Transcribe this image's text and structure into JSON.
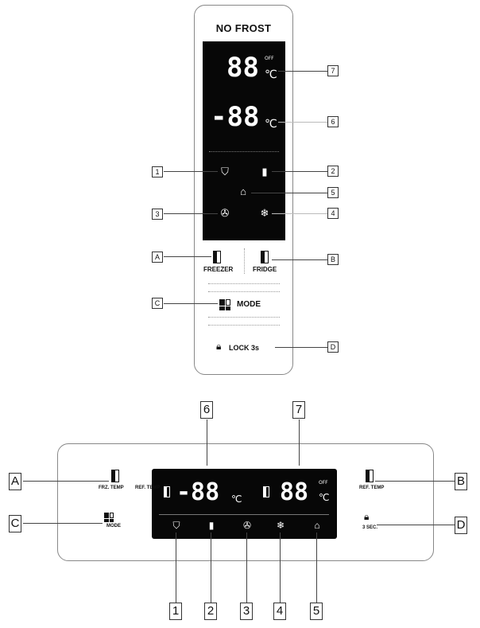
{
  "top_panel": {
    "brand": "NO FROST",
    "fridge_temp": "88",
    "freezer_temp": "-88",
    "off_label": "OFF",
    "unit": "℃",
    "freezer_button_label": "FREEZER",
    "fridge_button_label": "FRIDGE",
    "mode_label": "MODE",
    "lock_label": "LOCK 3s",
    "callouts_num": [
      "1",
      "2",
      "3",
      "4",
      "5",
      "6",
      "7"
    ],
    "callouts_letter": [
      "A",
      "B",
      "C",
      "D"
    ]
  },
  "bottom_panel": {
    "frz_temp_label": "FRZ. TEMP",
    "ref_temp_label": "REF. TEMP",
    "ref_temp_label_right": "REF. TEMP",
    "mode_label": "MODE",
    "lock_label": "3 SEC.",
    "freezer_temp": "-88",
    "fridge_temp": "88",
    "off_label": "OFF",
    "unit": "℃",
    "callouts_num": [
      "1",
      "2",
      "3",
      "4",
      "5",
      "6",
      "7"
    ],
    "callouts_letter": [
      "A",
      "B",
      "C",
      "D"
    ]
  },
  "icons": [
    "shield-icon",
    "bottle-icon",
    "fan-icon",
    "snowflake-icon",
    "lock-icon",
    "mode-icon",
    "temp-bar-icon"
  ]
}
